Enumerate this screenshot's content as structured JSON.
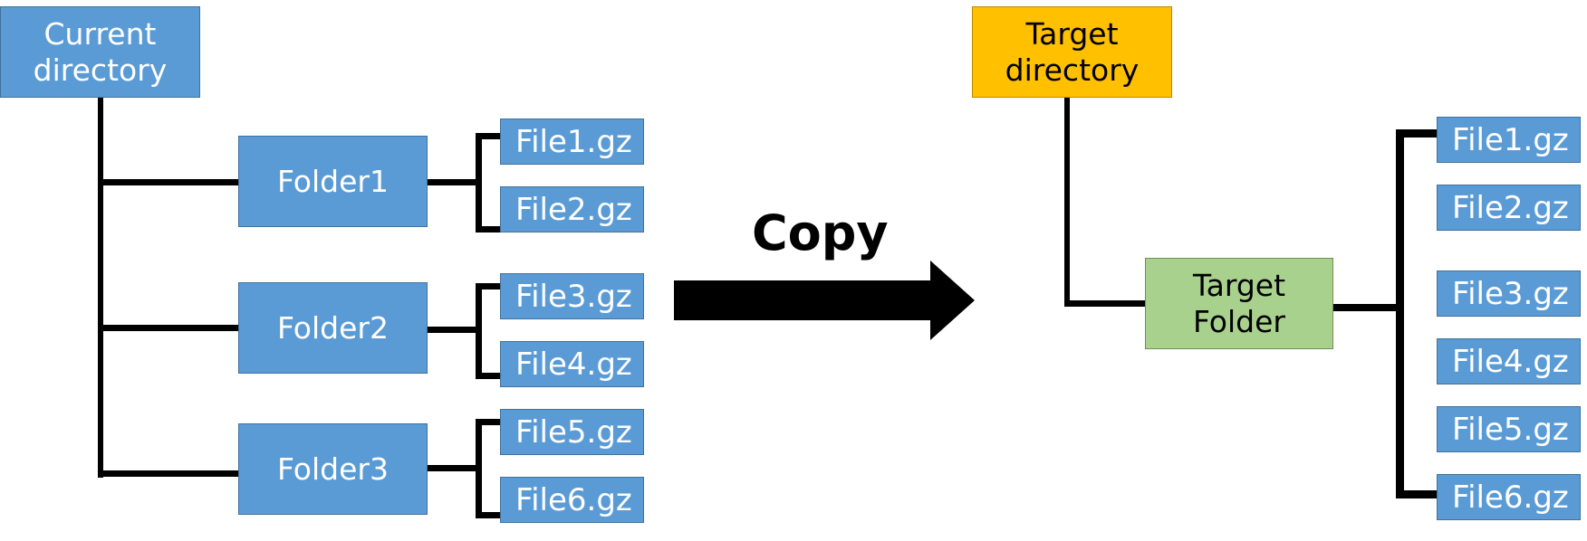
{
  "colors": {
    "node_fill": "#5B9BD5",
    "target_directory_fill": "#FFC000",
    "target_folder_fill": "#A9D18E",
    "connector": "#000000"
  },
  "source": {
    "root_label": "Current\ndirectory",
    "folders": [
      {
        "label": "Folder1",
        "files": [
          "File1.gz",
          "File2.gz"
        ]
      },
      {
        "label": "Folder2",
        "files": [
          "File3.gz",
          "File4.gz"
        ]
      },
      {
        "label": "Folder3",
        "files": [
          "File5.gz",
          "File6.gz"
        ]
      }
    ]
  },
  "action": {
    "label": "Copy",
    "icon": "right-arrow-icon"
  },
  "target": {
    "root_label": "Target\ndirectory",
    "folder_label": "Target\nFolder",
    "files": [
      "File1.gz",
      "File2.gz",
      "File3.gz",
      "File4.gz",
      "File5.gz",
      "File6.gz"
    ]
  }
}
